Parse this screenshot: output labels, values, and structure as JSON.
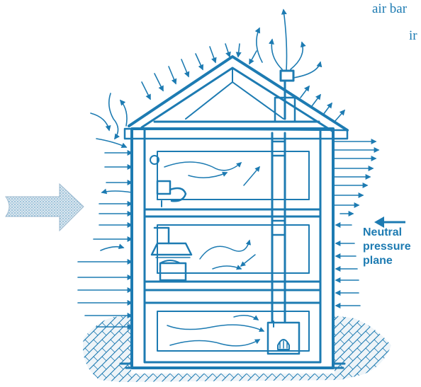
{
  "colors": {
    "ink": "#1d7bb2",
    "wind_fill": "#dbe6ee",
    "ground_fill": "#eef4f8"
  },
  "header_text": {
    "line_1": "air bar",
    "line_2": "ir"
  },
  "neutral_label": {
    "line_1": "Neutral",
    "line_2": "pressure",
    "line_3": "plane"
  },
  "icons": {
    "wind": "wind-arrow-icon",
    "neutral_plane": "arrow-left-icon"
  }
}
